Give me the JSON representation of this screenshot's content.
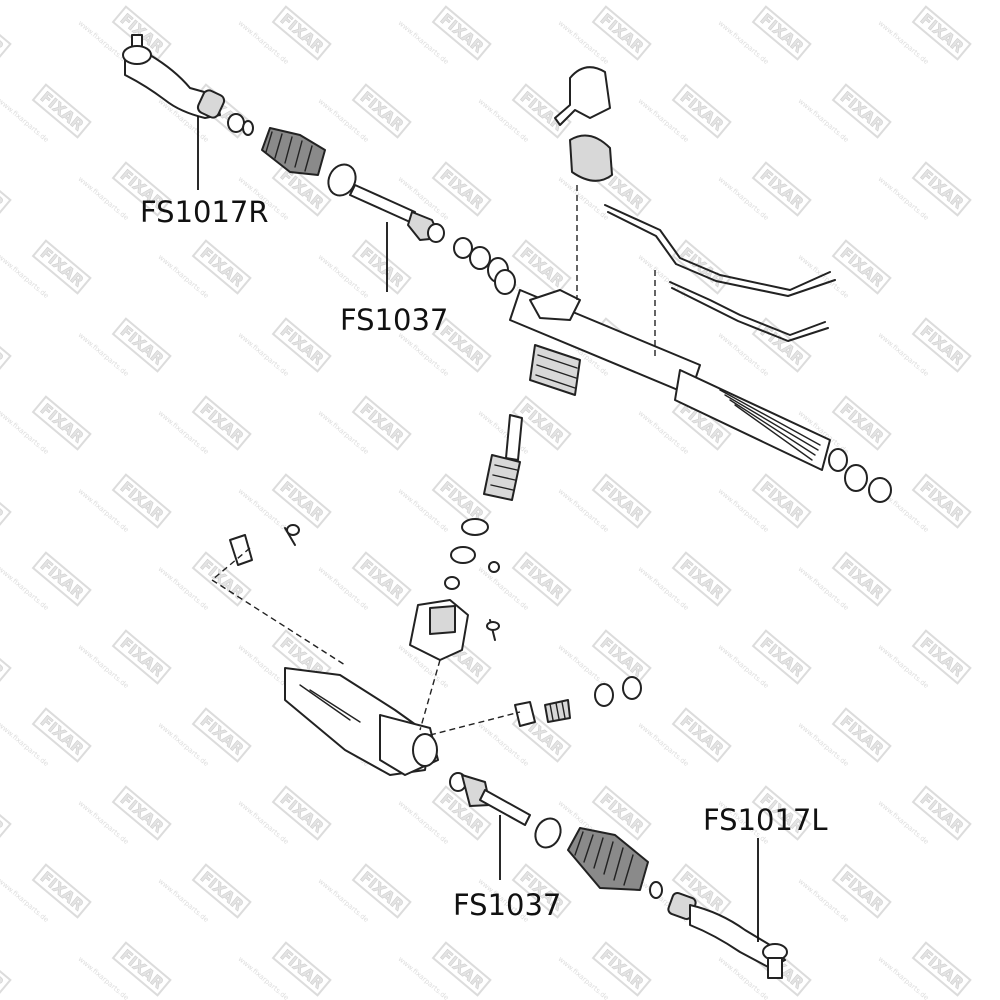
{
  "watermark": {
    "brand": "FIXAR",
    "site": "www.fixarparts.de"
  },
  "labels": {
    "tie_rod_end_right": "FS1017R",
    "inner_tie_rod_upper": "FS1037",
    "inner_tie_rod_lower": "FS1037",
    "tie_rod_end_left": "FS1017L"
  }
}
